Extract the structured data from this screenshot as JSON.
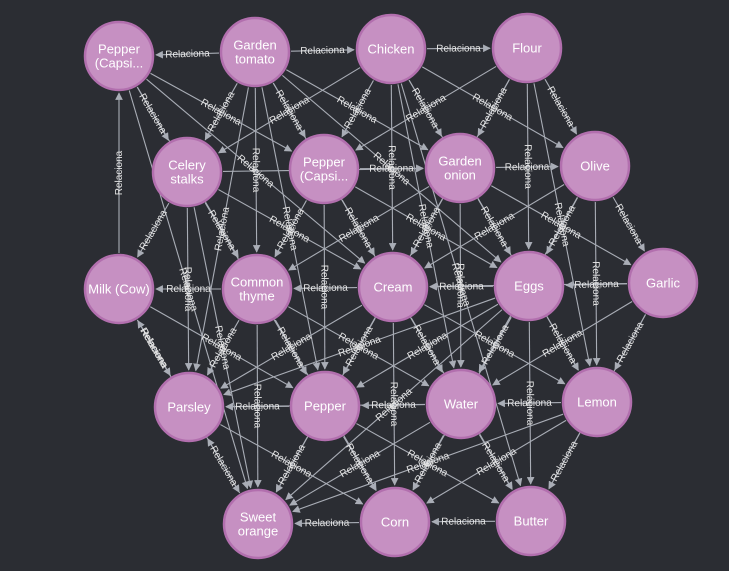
{
  "graph": {
    "edge_label": "Relaciona",
    "colors": {
      "background": "#2b2d33",
      "node_fill": "#c690c2",
      "node_stroke": "#b26fae",
      "edge": "#a9adb6",
      "text": "#ffffff"
    },
    "nodes": [
      {
        "id": "pepper_capsicum_1",
        "lines": [
          "Pepper",
          "(Capsi..."
        ]
      },
      {
        "id": "garden_tomato",
        "lines": [
          "Garden",
          "tomato"
        ]
      },
      {
        "id": "chicken",
        "lines": [
          "Chicken"
        ]
      },
      {
        "id": "flour",
        "lines": [
          "Flour"
        ]
      },
      {
        "id": "celery_stalks",
        "lines": [
          "Celery",
          "stalks"
        ]
      },
      {
        "id": "pepper_capsicum_2",
        "lines": [
          "Pepper",
          "(Capsi..."
        ]
      },
      {
        "id": "garden_onion",
        "lines": [
          "Garden",
          "onion"
        ]
      },
      {
        "id": "olive",
        "lines": [
          "Olive"
        ]
      },
      {
        "id": "milk_cow",
        "lines": [
          "Milk (Cow)"
        ]
      },
      {
        "id": "common_thyme",
        "lines": [
          "Common",
          "thyme"
        ]
      },
      {
        "id": "cream",
        "lines": [
          "Cream"
        ]
      },
      {
        "id": "eggs",
        "lines": [
          "Eggs"
        ]
      },
      {
        "id": "garlic",
        "lines": [
          "Garlic"
        ]
      },
      {
        "id": "parsley",
        "lines": [
          "Parsley"
        ]
      },
      {
        "id": "pepper",
        "lines": [
          "Pepper"
        ]
      },
      {
        "id": "water",
        "lines": [
          "Water"
        ]
      },
      {
        "id": "lemon",
        "lines": [
          "Lemon"
        ]
      },
      {
        "id": "sweet_orange",
        "lines": [
          "Sweet",
          "orange"
        ]
      },
      {
        "id": "corn",
        "lines": [
          "Corn"
        ]
      },
      {
        "id": "butter",
        "lines": [
          "Butter"
        ]
      }
    ],
    "edges": [
      [
        "garden_tomato",
        "pepper_capsicum_1"
      ],
      [
        "garden_tomato",
        "chicken"
      ],
      [
        "chicken",
        "flour"
      ],
      [
        "flour",
        "olive"
      ],
      [
        "olive",
        "garlic"
      ],
      [
        "garlic",
        "lemon"
      ],
      [
        "lemon",
        "butter"
      ],
      [
        "butter",
        "corn"
      ],
      [
        "corn",
        "sweet_orange"
      ],
      [
        "sweet_orange",
        "parsley"
      ],
      [
        "parsley",
        "milk_cow"
      ],
      [
        "milk_cow",
        "pepper_capsicum_1"
      ],
      [
        "common_thyme",
        "milk_cow"
      ],
      [
        "cream",
        "common_thyme"
      ],
      [
        "eggs",
        "cream"
      ],
      [
        "garlic",
        "eggs"
      ],
      [
        "pepper",
        "parsley"
      ],
      [
        "water",
        "pepper"
      ],
      [
        "lemon",
        "water"
      ],
      [
        "pepper_capsicum_1",
        "celery_stalks"
      ],
      [
        "pepper_capsicum_1",
        "pepper_capsicum_2"
      ],
      [
        "pepper_capsicum_1",
        "common_thyme"
      ],
      [
        "pepper_capsicum_1",
        "cream"
      ],
      [
        "garden_tomato",
        "celery_stalks"
      ],
      [
        "garden_tomato",
        "pepper_capsicum_2"
      ],
      [
        "garden_tomato",
        "garden_onion"
      ],
      [
        "garden_tomato",
        "common_thyme"
      ],
      [
        "garden_tomato",
        "cream"
      ],
      [
        "garden_tomato",
        "eggs"
      ],
      [
        "garden_tomato",
        "pepper"
      ],
      [
        "chicken",
        "celery_stalks"
      ],
      [
        "chicken",
        "pepper_capsicum_2"
      ],
      [
        "chicken",
        "garden_onion"
      ],
      [
        "chicken",
        "cream"
      ],
      [
        "chicken",
        "eggs"
      ],
      [
        "chicken",
        "water"
      ],
      [
        "chicken",
        "olive"
      ],
      [
        "flour",
        "garden_onion"
      ],
      [
        "flour",
        "pepper_capsicum_2"
      ],
      [
        "flour",
        "eggs"
      ],
      [
        "flour",
        "cream"
      ],
      [
        "celery_stalks",
        "common_thyme"
      ],
      [
        "celery_stalks",
        "cream"
      ],
      [
        "celery_stalks",
        "milk_cow"
      ],
      [
        "celery_stalks",
        "parsley"
      ],
      [
        "celery_stalks",
        "pepper"
      ],
      [
        "celery_stalks",
        "garden_onion"
      ],
      [
        "pepper_capsicum_2",
        "cream"
      ],
      [
        "pepper_capsicum_2",
        "common_thyme"
      ],
      [
        "pepper_capsicum_2",
        "eggs"
      ],
      [
        "pepper_capsicum_2",
        "water"
      ],
      [
        "pepper_capsicum_2",
        "pepper"
      ],
      [
        "pepper_capsicum_2",
        "garden_onion"
      ],
      [
        "garden_onion",
        "cream"
      ],
      [
        "garden_onion",
        "eggs"
      ],
      [
        "garden_onion",
        "olive"
      ],
      [
        "garden_onion",
        "water"
      ],
      [
        "garden_onion",
        "lemon"
      ],
      [
        "garden_onion",
        "common_thyme"
      ],
      [
        "garden_onion",
        "garlic"
      ],
      [
        "garden_onion",
        "pepper"
      ],
      [
        "olive",
        "eggs"
      ],
      [
        "olive",
        "cream"
      ],
      [
        "olive",
        "lemon"
      ],
      [
        "olive",
        "water"
      ],
      [
        "common_thyme",
        "parsley"
      ],
      [
        "common_thyme",
        "pepper"
      ],
      [
        "common_thyme",
        "water"
      ],
      [
        "common_thyme",
        "sweet_orange"
      ],
      [
        "common_thyme",
        "corn"
      ],
      [
        "cream",
        "pepper"
      ],
      [
        "cream",
        "water"
      ],
      [
        "cream",
        "lemon"
      ],
      [
        "cream",
        "parsley"
      ],
      [
        "cream",
        "corn"
      ],
      [
        "cream",
        "butter"
      ],
      [
        "cream",
        "sweet_orange"
      ],
      [
        "eggs",
        "water"
      ],
      [
        "eggs",
        "lemon"
      ],
      [
        "eggs",
        "pepper"
      ],
      [
        "eggs",
        "butter"
      ],
      [
        "eggs",
        "corn"
      ],
      [
        "eggs",
        "parsley"
      ],
      [
        "eggs",
        "sweet_orange"
      ],
      [
        "garlic",
        "water"
      ],
      [
        "garlic",
        "cream"
      ],
      [
        "garlic",
        "butter"
      ],
      [
        "milk_cow",
        "parsley"
      ],
      [
        "milk_cow",
        "sweet_orange"
      ],
      [
        "milk_cow",
        "pepper"
      ],
      [
        "pepper",
        "sweet_orange"
      ],
      [
        "pepper",
        "corn"
      ],
      [
        "pepper",
        "butter"
      ],
      [
        "water",
        "corn"
      ],
      [
        "water",
        "butter"
      ],
      [
        "water",
        "sweet_orange"
      ],
      [
        "water",
        "parsley"
      ],
      [
        "lemon",
        "corn"
      ],
      [
        "lemon",
        "sweet_orange"
      ],
      [
        "parsley",
        "corn"
      ],
      [
        "pepper_capsicum_1",
        "sweet_orange"
      ],
      [
        "flour",
        "lemon"
      ],
      [
        "chicken",
        "butter"
      ],
      [
        "garden_tomato",
        "parsley"
      ],
      [
        "celery_stalks",
        "sweet_orange"
      ]
    ]
  }
}
